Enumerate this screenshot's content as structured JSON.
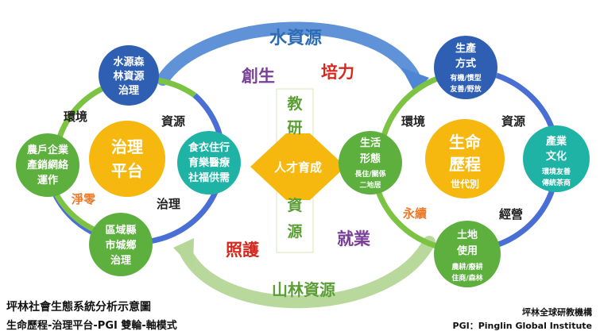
{
  "colors": {
    "blue_ring": "#4a6fd4",
    "green_ring": "#7cc243",
    "blue_node": "#2f5fb3",
    "green_node": "#5daf3e",
    "teal_node": "#1fb3a6",
    "yellow_node": "#f6b80e",
    "arrow_blue": "#5a8fd6",
    "arrow_green": "#a9cf86",
    "text_blue": "#2b6cb5",
    "text_red": "#d6281e",
    "text_purple": "#7a3f99",
    "text_green": "#5a9e34",
    "text_orange": "#ec7a2b",
    "text_dark": "#222222"
  },
  "top_label": "水資源",
  "bottom_label": "山林資源",
  "center": {
    "top_chars": [
      "教",
      "研"
    ],
    "middle": "人才育成",
    "bottom_chars": [
      "資",
      "源"
    ]
  },
  "quadrant_words": {
    "create": "創生",
    "power": "培力",
    "care": "照護",
    "employ": "就業"
  },
  "left_cycle": {
    "hub": [
      "治理",
      "平台"
    ],
    "top_node": [
      "水源森",
      "林資源",
      "治理"
    ],
    "left_node": [
      "農戶企業",
      "產銷網絡",
      "運作"
    ],
    "right_node": [
      "食衣住行",
      "育樂醫療",
      "社福供需"
    ],
    "bottom_node": [
      "區域縣",
      "市城鄉",
      "治理"
    ],
    "label_env": "環境",
    "label_resource": "資源",
    "label_governance": "治理",
    "label_netzero": "淨零"
  },
  "right_cycle": {
    "hub": [
      "生命",
      "歷程"
    ],
    "hub_sub": "世代別",
    "top_node": [
      "生產",
      "方式"
    ],
    "top_node_sub": [
      "有機/慣型",
      "友善/野放"
    ],
    "left_node": [
      "生活",
      "形態"
    ],
    "left_node_sub": [
      "長住/關係",
      "二地居"
    ],
    "right_node": [
      "產業",
      "文化"
    ],
    "right_node_sub": [
      "環境友善",
      "傳統茶商"
    ],
    "bottom_node": [
      "土地",
      "使用"
    ],
    "bottom_node_sub": [
      "農耕/廢耕",
      "住商/森林"
    ],
    "label_env": "環境",
    "label_resource": "資源",
    "label_operate": "經營",
    "label_sustain": "永續"
  },
  "footer": {
    "title": "坪林社會生態系統分析示意圖",
    "subtitle": "生命歷程-治理平台-PGI 雙輪-軸模式",
    "org_cn": "坪林全球研教機構",
    "org_en": "PGI：Pinglin Global Institute"
  }
}
